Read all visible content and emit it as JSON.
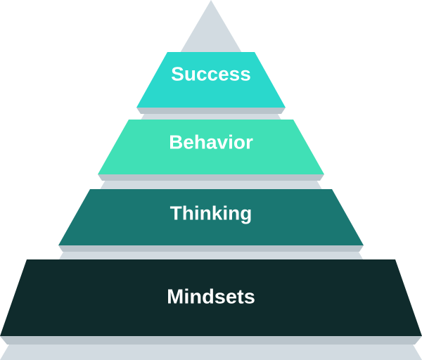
{
  "colors": {
    "background_pyramid": "#d2dbe1",
    "band_shadow": "#b9c4cb",
    "label": "#ffffff"
  },
  "tiers": [
    {
      "label": "Success",
      "color": "#2ad8cc"
    },
    {
      "label": "Behavior",
      "color": "#40e0b6"
    },
    {
      "label": "Thinking",
      "color": "#1a7772"
    },
    {
      "label": "Mindsets",
      "color": "#0f2b2c"
    }
  ]
}
